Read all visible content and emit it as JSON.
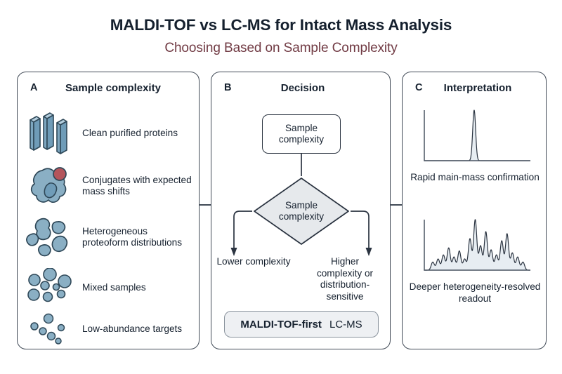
{
  "title": "MALDI-TOF vs LC-MS for Intact Mass Analysis",
  "subtitle": "Choosing Based on Sample Complexity",
  "colors": {
    "ink": "#15202e",
    "panel_border": "#414a56",
    "subtitle": "#713b44",
    "blob_fill": "#8aafc4",
    "blob_stroke": "#2f4858",
    "accent_red": "#b4555c",
    "diamond_fill": "#e6e9ec",
    "pill_fill": "#eef0f3",
    "spectrum_line": "#2b3441"
  },
  "panel_a": {
    "letter": "A",
    "title": "Sample complexity",
    "items": [
      {
        "icon": "protein-bars-icon",
        "label": "Clean purified proteins"
      },
      {
        "icon": "conjugate-blob-icon",
        "label": "Conjugates with expected mass shifts"
      },
      {
        "icon": "proteoform-cluster-icon",
        "label": "Heterogeneous proteoform distributions"
      },
      {
        "icon": "mixed-dots-icon",
        "label": "Mixed samples"
      },
      {
        "icon": "sparse-dots-icon",
        "label": "Low-abundance targets"
      }
    ]
  },
  "panel_b": {
    "letter": "B",
    "title": "Decision",
    "start_node": {
      "line1": "Sample",
      "line2": "complexity"
    },
    "decision_node": {
      "line1": "Sample",
      "line2": "complexity"
    },
    "branch_left": "Lower complexity",
    "branch_right": "Higher complexity or distribution-sensitive",
    "result": {
      "primary": "MALDI-TOF-first",
      "secondary": "LC-MS"
    }
  },
  "panel_c": {
    "letter": "C",
    "title": "Interpretation",
    "spectra": [
      {
        "name": "single-peak-spectrum",
        "caption": "Rapid main-mass confirmation"
      },
      {
        "name": "multi-peak-spectrum",
        "caption": "Deeper heterogeneity-resolved readout"
      }
    ]
  },
  "chart_data": [
    {
      "type": "line",
      "name": "single-peak-spectrum",
      "title": "Rapid main-mass confirmation",
      "xlabel": "",
      "ylabel": "",
      "grid": false,
      "legend": "none",
      "xlim": [
        0,
        100
      ],
      "ylim": [
        0,
        100
      ],
      "peaks": [
        {
          "x": 47,
          "height": 100,
          "width": 1.4
        }
      ],
      "baseline": 0
    },
    {
      "type": "line",
      "name": "multi-peak-spectrum",
      "title": "Deeper heterogeneity-resolved readout",
      "xlabel": "",
      "ylabel": "",
      "grid": false,
      "legend": "none",
      "xlim": [
        0,
        100
      ],
      "ylim": [
        0,
        100
      ],
      "peaks": [
        {
          "x": 8,
          "height": 16,
          "width": 1.5
        },
        {
          "x": 13,
          "height": 22,
          "width": 1.5
        },
        {
          "x": 18,
          "height": 30,
          "width": 1.5
        },
        {
          "x": 23,
          "height": 44,
          "width": 1.5
        },
        {
          "x": 28,
          "height": 26,
          "width": 1.5
        },
        {
          "x": 33,
          "height": 38,
          "width": 1.5
        },
        {
          "x": 38,
          "height": 22,
          "width": 1.5
        },
        {
          "x": 43,
          "height": 62,
          "width": 1.5
        },
        {
          "x": 48,
          "height": 100,
          "width": 1.5
        },
        {
          "x": 53,
          "height": 48,
          "width": 1.5
        },
        {
          "x": 58,
          "height": 76,
          "width": 1.5
        },
        {
          "x": 63,
          "height": 40,
          "width": 1.5
        },
        {
          "x": 68,
          "height": 30,
          "width": 1.5
        },
        {
          "x": 73,
          "height": 58,
          "width": 1.5
        },
        {
          "x": 78,
          "height": 72,
          "width": 1.5
        },
        {
          "x": 83,
          "height": 34,
          "width": 1.5
        },
        {
          "x": 88,
          "height": 26,
          "width": 1.5
        },
        {
          "x": 93,
          "height": 16,
          "width": 1.5
        }
      ],
      "baseline": 0
    }
  ]
}
